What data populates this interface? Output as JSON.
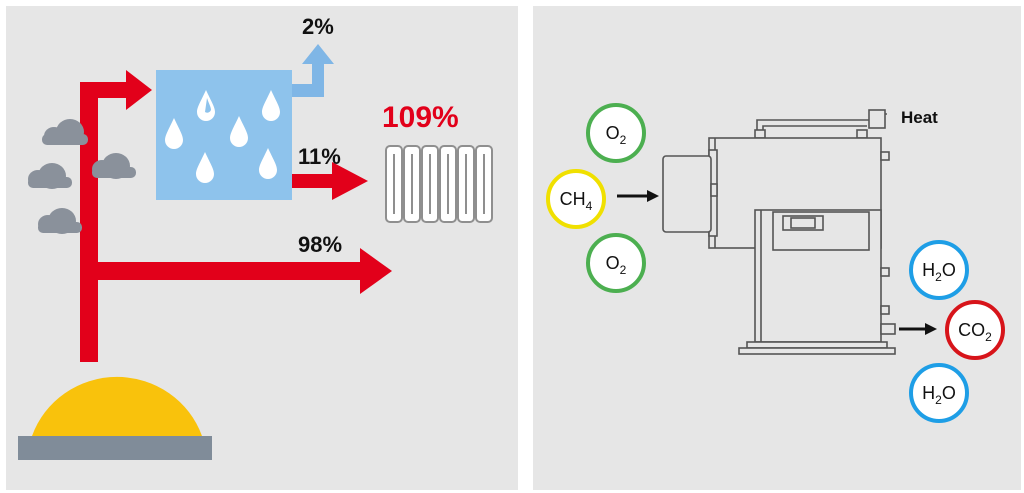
{
  "left_panel": {
    "labels": {
      "exhaust_pct": "2%",
      "condensation_pct": "11%",
      "combustion_pct": "98%",
      "total_pct": "109%"
    },
    "colors": {
      "flow": "#e2001a",
      "water_box": "#8ec3ec",
      "exhaust_arrow": "#7fb6e6",
      "burner": "#f9c20c",
      "base": "#808c99",
      "cloud": "#8a919b"
    }
  },
  "right_panel": {
    "heat_label": "Heat",
    "molecules": [
      {
        "id": "o2-top",
        "base": "O",
        "sub": "2",
        "color": "#4caf50"
      },
      {
        "id": "ch4",
        "base": "CH",
        "sub": "4",
        "color": "#f0e000"
      },
      {
        "id": "o2-bottom",
        "base": "O",
        "sub": "2",
        "color": "#4caf50"
      },
      {
        "id": "h2o-top",
        "base": "H",
        "sub": "2",
        "tail": "O",
        "color": "#1e9ee6"
      },
      {
        "id": "co2",
        "base": "CO",
        "sub": "2",
        "color": "#d7141a"
      },
      {
        "id": "h2o-bottom",
        "base": "H",
        "sub": "2",
        "tail": "O",
        "color": "#1e9ee6"
      }
    ]
  }
}
